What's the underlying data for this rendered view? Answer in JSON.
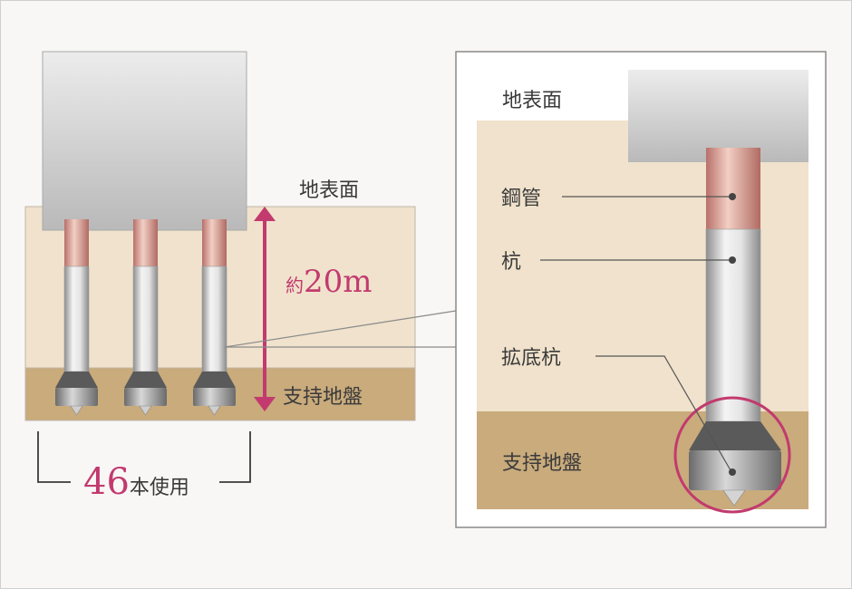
{
  "overview": {
    "ground_surface_label": "地表面",
    "depth_prefix": "約",
    "depth_value": "20m",
    "bearing_layer_label": "支持地盤",
    "pile_count_number": "46",
    "pile_count_suffix": "本使用"
  },
  "detail": {
    "ground_surface_label": "地表面",
    "steel_pipe_label": "鋼管",
    "pile_label": "杭",
    "belled_pile_label": "拡底杭",
    "bearing_layer_label": "支持地盤"
  },
  "colors": {
    "accent": "#c23a6e",
    "soil": "#f0e2cc",
    "bearing_layer": "#c9ab7c",
    "steel_pipe": "#d99a8c"
  }
}
